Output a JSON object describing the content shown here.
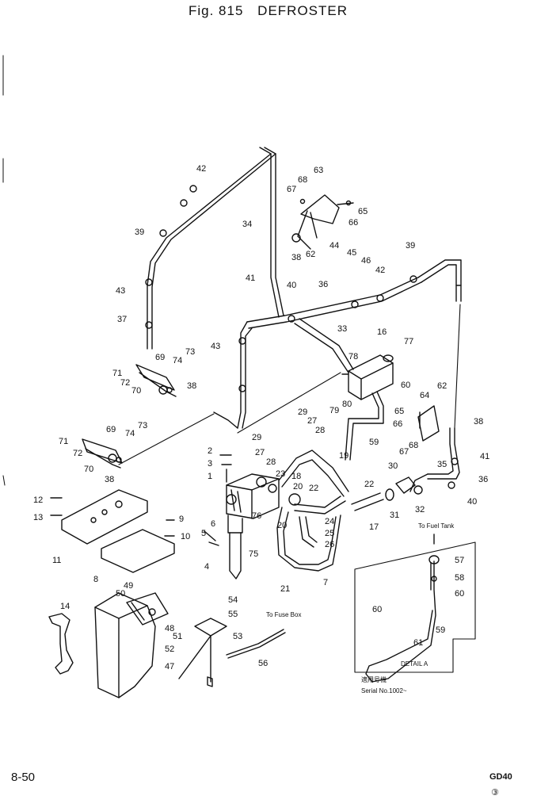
{
  "header": {
    "fig": "Fig. 815",
    "title": "DEFROSTER"
  },
  "footer": {
    "page": "8-50",
    "model": "GD40",
    "revision": "③"
  },
  "detail": {
    "to_fuel_tank": "To Fuel Tank",
    "to_fuse_box": "To Fuse Box",
    "detail_label": "DETAIL A",
    "serial_applicable": "適用号機",
    "serial": "Serial No.1002~"
  },
  "part_labels": [
    {
      "id": "p42a",
      "text": "42"
    },
    {
      "id": "p63",
      "text": "63"
    },
    {
      "id": "p68a",
      "text": "68"
    },
    {
      "id": "p67a",
      "text": "67"
    },
    {
      "id": "p65a",
      "text": "65"
    },
    {
      "id": "p66a",
      "text": "66"
    },
    {
      "id": "p34",
      "text": "34"
    },
    {
      "id": "p39a",
      "text": "39"
    },
    {
      "id": "p38a",
      "text": "38"
    },
    {
      "id": "p62a",
      "text": "62"
    },
    {
      "id": "p44",
      "text": "44"
    },
    {
      "id": "p45",
      "text": "45"
    },
    {
      "id": "p46",
      "text": "46"
    },
    {
      "id": "p42b",
      "text": "42"
    },
    {
      "id": "p39b",
      "text": "39"
    },
    {
      "id": "p41a",
      "text": "41"
    },
    {
      "id": "p40a",
      "text": "40"
    },
    {
      "id": "p36a",
      "text": "36"
    },
    {
      "id": "p43a",
      "text": "43"
    },
    {
      "id": "p37",
      "text": "37"
    },
    {
      "id": "p16",
      "text": "16"
    },
    {
      "id": "p33",
      "text": "33"
    },
    {
      "id": "p43b",
      "text": "43"
    },
    {
      "id": "p77",
      "text": "77"
    },
    {
      "id": "p78",
      "text": "78"
    },
    {
      "id": "p73a",
      "text": "73"
    },
    {
      "id": "p69a",
      "text": "69"
    },
    {
      "id": "p74a",
      "text": "74"
    },
    {
      "id": "p71a",
      "text": "71"
    },
    {
      "id": "p72a",
      "text": "72"
    },
    {
      "id": "p70a",
      "text": "70"
    },
    {
      "id": "p38b",
      "text": "38"
    },
    {
      "id": "p60a",
      "text": "60"
    },
    {
      "id": "p62b",
      "text": "62"
    },
    {
      "id": "p64",
      "text": "64"
    },
    {
      "id": "p79",
      "text": "79"
    },
    {
      "id": "p80",
      "text": "80"
    },
    {
      "id": "p65b",
      "text": "65"
    },
    {
      "id": "p66b",
      "text": "66"
    },
    {
      "id": "p38c",
      "text": "38"
    },
    {
      "id": "p29a",
      "text": "29"
    },
    {
      "id": "p27a",
      "text": "27"
    },
    {
      "id": "p28a",
      "text": "28"
    },
    {
      "id": "p29b",
      "text": "29"
    },
    {
      "id": "p27b",
      "text": "27"
    },
    {
      "id": "p28b",
      "text": "28"
    },
    {
      "id": "p59a",
      "text": "59"
    },
    {
      "id": "p68b",
      "text": "68"
    },
    {
      "id": "p67b",
      "text": "67"
    },
    {
      "id": "p73b",
      "text": "73"
    },
    {
      "id": "p69b",
      "text": "69"
    },
    {
      "id": "p74b",
      "text": "74"
    },
    {
      "id": "p71b",
      "text": "71"
    },
    {
      "id": "p72b",
      "text": "72"
    },
    {
      "id": "p70b",
      "text": "70"
    },
    {
      "id": "p38d",
      "text": "38"
    },
    {
      "id": "p2",
      "text": "2"
    },
    {
      "id": "p3",
      "text": "3"
    },
    {
      "id": "p19",
      "text": "19"
    },
    {
      "id": "p23",
      "text": "23"
    },
    {
      "id": "p18",
      "text": "18"
    },
    {
      "id": "p30",
      "text": "30"
    },
    {
      "id": "p35",
      "text": "35"
    },
    {
      "id": "p41b",
      "text": "41"
    },
    {
      "id": "p36b",
      "text": "36"
    },
    {
      "id": "p1",
      "text": "1"
    },
    {
      "id": "p20a",
      "text": "20"
    },
    {
      "id": "p22a",
      "text": "22"
    },
    {
      "id": "p22b",
      "text": "22"
    },
    {
      "id": "p31",
      "text": "31"
    },
    {
      "id": "p32",
      "text": "32"
    },
    {
      "id": "p40b",
      "text": "40"
    },
    {
      "id": "p12",
      "text": "12"
    },
    {
      "id": "p13",
      "text": "13"
    },
    {
      "id": "p9",
      "text": "9"
    },
    {
      "id": "p76",
      "text": "76"
    },
    {
      "id": "p20b",
      "text": "20"
    },
    {
      "id": "p17",
      "text": "17"
    },
    {
      "id": "p24",
      "text": "24"
    },
    {
      "id": "p25",
      "text": "25"
    },
    {
      "id": "p26",
      "text": "26"
    },
    {
      "id": "p6",
      "text": "6"
    },
    {
      "id": "p5",
      "text": "5"
    },
    {
      "id": "p10",
      "text": "10"
    },
    {
      "id": "p75",
      "text": "75"
    },
    {
      "id": "p11",
      "text": "11"
    },
    {
      "id": "p4",
      "text": "4"
    },
    {
      "id": "p8",
      "text": "8"
    },
    {
      "id": "p7",
      "text": "7"
    },
    {
      "id": "p21",
      "text": "21"
    },
    {
      "id": "p57",
      "text": "57"
    },
    {
      "id": "p58",
      "text": "58"
    },
    {
      "id": "p60b",
      "text": "60"
    },
    {
      "id": "p49",
      "text": "49"
    },
    {
      "id": "p50",
      "text": "50"
    },
    {
      "id": "p54",
      "text": "54"
    },
    {
      "id": "p55",
      "text": "55"
    },
    {
      "id": "p14",
      "text": "14"
    },
    {
      "id": "p48",
      "text": "48"
    },
    {
      "id": "p53",
      "text": "53"
    },
    {
      "id": "p51",
      "text": "51"
    },
    {
      "id": "p52",
      "text": "52"
    },
    {
      "id": "p60c",
      "text": "60"
    },
    {
      "id": "p59b",
      "text": "59"
    },
    {
      "id": "p61",
      "text": "61"
    },
    {
      "id": "p56",
      "text": "56"
    },
    {
      "id": "p47",
      "text": "47"
    }
  ]
}
